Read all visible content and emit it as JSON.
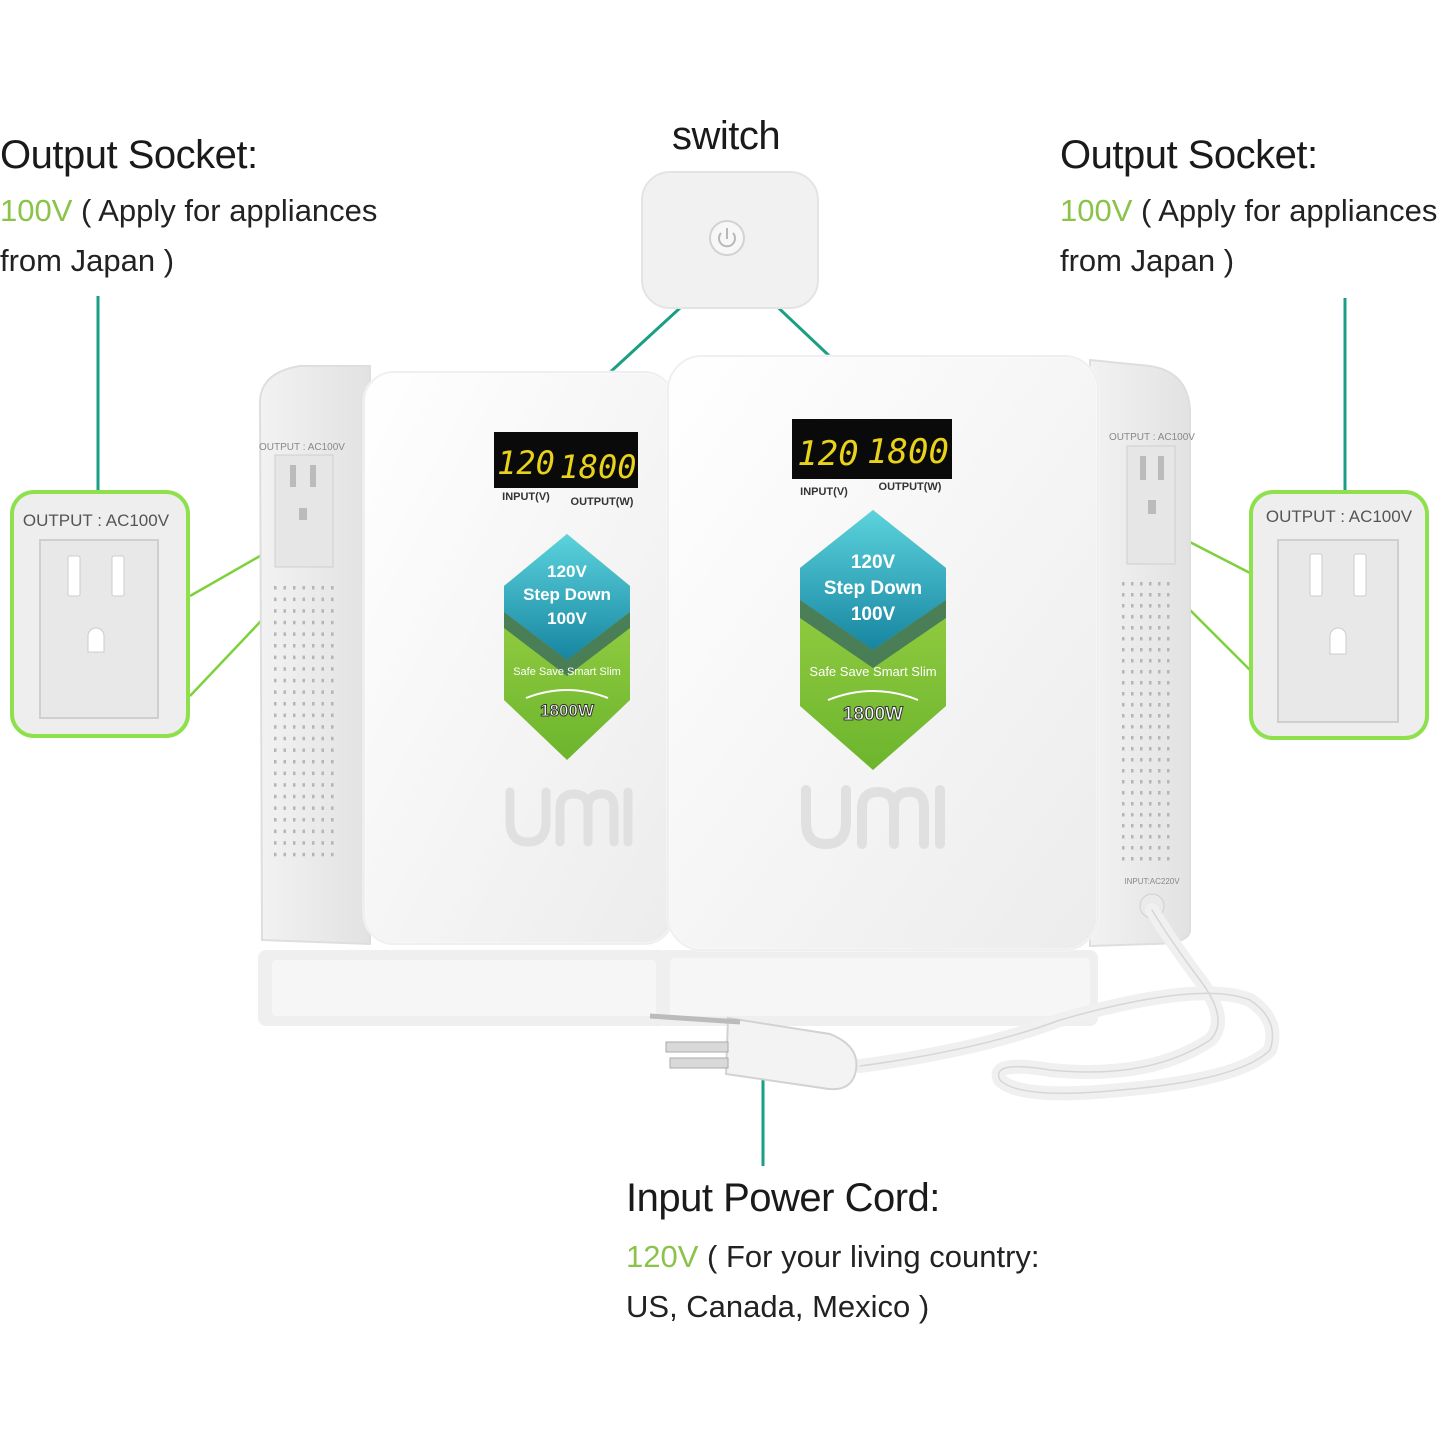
{
  "colors": {
    "accent_green": "#8bc34a",
    "callout_line": "#1a9e86",
    "device_white": "#f4f4f4",
    "display_bg": "#0a0a0a",
    "display_digits": "#e8d21a",
    "badge_teal": "#1aa2b5",
    "badge_green": "#8cc63f"
  },
  "left_callout": {
    "title": "Output Socket:",
    "voltage": "100V",
    "desc_line1": " ( Apply for appliances",
    "desc_line2": "from Japan )",
    "socket_label": "OUTPUT : AC100V"
  },
  "switch_callout": {
    "title": "switch",
    "icon": "power-icon"
  },
  "right_callout": {
    "title": "Output Socket:",
    "voltage": "100V",
    "desc_line1": " ( Apply for appliances",
    "desc_line2": "from Japan )",
    "socket_label": "OUTPUT : AC100V"
  },
  "bottom_callout": {
    "title": "Input Power Cord:",
    "voltage": "120V",
    "desc_line1": " ( For your living country:",
    "desc_line2": "US, Canada, Mexico )"
  },
  "device_left": {
    "display_input": "120",
    "display_output": "1800",
    "input_label": "INPUT(V)",
    "output_label": "OUTPUT(W)",
    "badge_line1": "120V",
    "badge_line2": "Step Down",
    "badge_line3": "100V",
    "badge_tagline": "Safe Save Smart Slim",
    "badge_power": "1800W",
    "logo": "umi",
    "side_label": "OUTPUT : AC100V"
  },
  "device_right": {
    "display_input": "120",
    "display_output": "1800",
    "input_label": "INPUT(V)",
    "output_label": "OUTPUT(W)",
    "badge_line1": "120V",
    "badge_line2": "Step Down",
    "badge_line3": "100V",
    "badge_tagline": "Safe Save Smart Slim",
    "badge_power": "1800W",
    "logo": "umi",
    "side_label": "OUTPUT : AC100V",
    "input_label_side": "INPUT:AC220V"
  }
}
